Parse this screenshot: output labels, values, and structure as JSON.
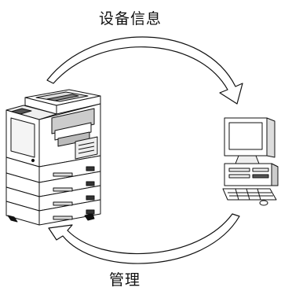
{
  "labels": {
    "top": "设备信息",
    "bottom": "管理"
  },
  "nodes": [
    {
      "name": "multifunction-printer",
      "icon": "printer-copier-icon"
    },
    {
      "name": "computer",
      "icon": "desktop-computer-icon"
    }
  ],
  "edges": [
    {
      "from": "multifunction-printer",
      "to": "computer",
      "label_key": "top"
    },
    {
      "from": "computer",
      "to": "multifunction-printer",
      "label_key": "bottom"
    }
  ],
  "colors": {
    "line": "#111111",
    "fill": "#ffffff"
  }
}
